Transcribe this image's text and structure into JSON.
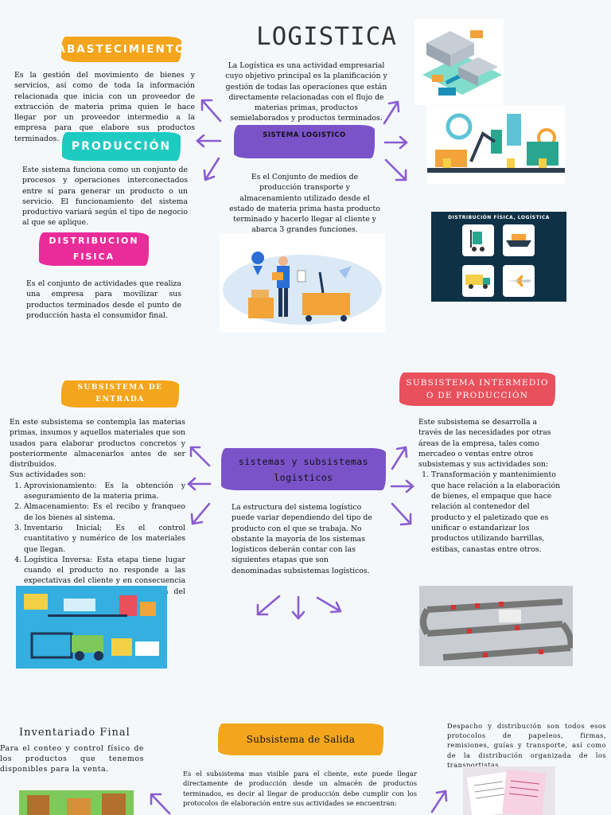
{
  "title": "LOGISTICA",
  "intro": "La Logística es una actividad empresarial cuyo objetivo principal es la planificación y gestión de todas las operaciones que están directamente relacionadas con el flujo de materias primas, productos semielaborados y productos terminados.",
  "abastecimiento": {
    "label": "ABASTECIMIENTO",
    "text": "Es la gestión del movimiento de bienes y servicios, así como de toda la información relacionada que inicia con un proveedor de extracción de materia prima quien le hace llegar por un proveedor intermedio a la empresa para que elabore sus productos terminados."
  },
  "produccion": {
    "label": "PRODUCCIÓN",
    "text": "Este sistema funciona como un conjunto de procesos y operaciones interconectados entre sí para generar un producto o un servicio. El funcionamiento del sistema productivo variará según el tipo de negocio al que se aplique."
  },
  "distribucion": {
    "label_line1": "DISTRIBUCION",
    "label_line2": "FISICA",
    "text": "Es el conjunto de actividades que realiza una empresa para movilizar sus productos terminados desde el punto de producción hasta el consumidor final."
  },
  "sistema_logistico": {
    "label": "SISTEMA LOGISTICO",
    "text": "Es el Conjunto de medios de producción transporte y almacenamiento utilizado desde el estado de materia prima hasta producto terminado y hacerlo llegar al cliente y abarca 3 grandes funciones."
  },
  "dist_panel": {
    "title": "DISTRIBUCIÓN FÍSICA, LOGÍSTICA"
  },
  "sub_entrada": {
    "label_line1": "SUBSISTEMA DE",
    "label_line2": "ENTRADA",
    "text": "En este subsistema se contempla las materias primas, insumos y aquellos materiales que son usados para elaborar productos concretos y posteriormente almacenarlos antes de ser distribuidos.",
    "activities_intro": "Sus actividades son:",
    "items": [
      "Aprovisionamiento: Es la obtención y aseguramiento de la materia prima.",
      "Almacenamiento: Es el recibo y franqueo de los bienes al sistema.",
      "Inventario Inicial; Es el control cuantitativo y numérico de los materiales que llegan.",
      " Logística Inversa: Esta etapa tiene lugar cuando el producto no responde a las expectativas del cliente y en consecuencia se genera un cambio o devolución del producto."
    ]
  },
  "sistemas_sub": {
    "label_line1": "sistemas y subsistemas",
    "label_line2": "logisticos",
    "text": "La estructura del sistema logístico puede variar dependiendo del tipo de producto con el que se trabaja. No obstante la mayoría de los sistemas logísticos deberán contar con las siguientes etapas que son denominadas subsistemas logísticos."
  },
  "sub_intermedio": {
    "label_line1": "SUBSISTEMA INTERMEDIO",
    "label_line2": "O DE PRODUCCIÓN",
    "text": "Este subsistema se desarrolla a través de las necesidades por otras áreas de la empresa, tales como mercadeo o ventas entre otros subsistemas y sus actividades son:",
    "item": "Transformación y mantenimiento que hace relación a la elaboración de bienes, el empaque que hace relación al contenedor del producto y el paletizado que es unificar o estandarizar los productos utilizando barrillas, estibas, canastas entre otros."
  },
  "inventariado": {
    "title": "Inventariado Final",
    "text": "Para el conteo y control físico de los productos que tenemos disponibles para la venta."
  },
  "sub_salida": {
    "label": "Subsistema de Salida",
    "text": "Es el subsistema mas visible para el cliente, este puede llegar directamente de producción desde un almacén de productos terminados, es decir al llegar de producción debe cumplir con los protocolos de elaboración entre sus actividades se encuentran:"
  },
  "despacho": {
    "text": "Despacho y distribución son todos esos protocolos de papeleos, firmas, remisiones, guías y transporte, así como de la distribución organizada de los transportistas.."
  },
  "colors": {
    "orange": "#f4a51c",
    "teal": "#1ecbc0",
    "pink": "#ea2c9a",
    "purple": "#7a53c9",
    "red": "#e8505c",
    "navy": "#0e3146",
    "arrow": "#8a5cd1"
  }
}
